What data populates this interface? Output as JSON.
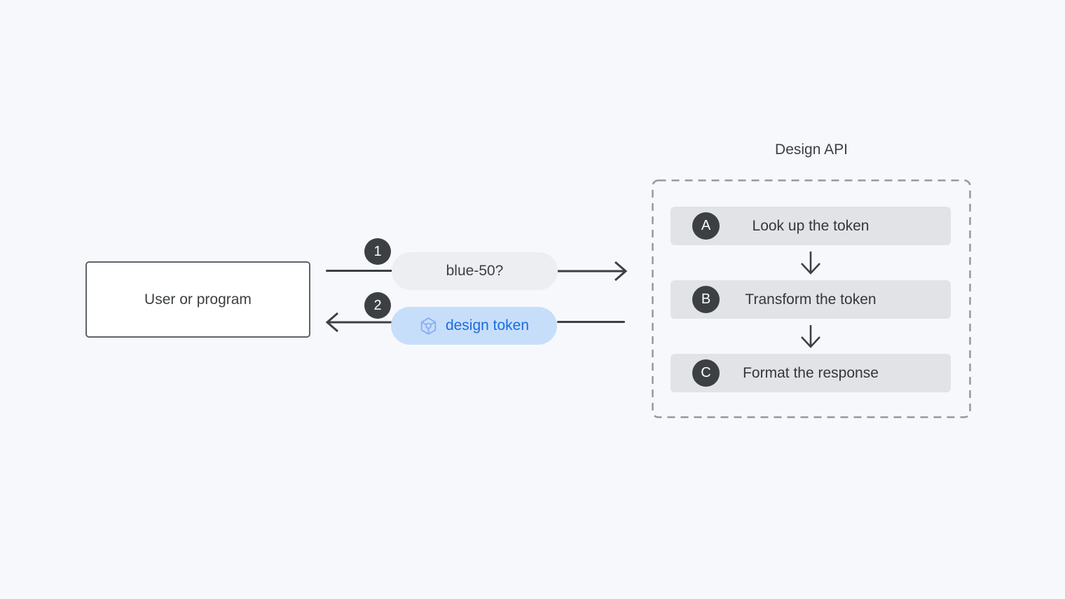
{
  "diagram": {
    "user_box": {
      "label": "User or program"
    },
    "request": {
      "badge": "1",
      "pill_label": "blue-50?"
    },
    "response": {
      "badge": "2",
      "pill_label": "design token",
      "icon": "token-cube-icon"
    },
    "api": {
      "title": "Design API",
      "steps": [
        {
          "badge": "A",
          "label": "Look up the token"
        },
        {
          "badge": "B",
          "label": "Transform the token"
        },
        {
          "badge": "C",
          "label": "Format the response"
        }
      ]
    },
    "colors": {
      "page_bg": "#f7f8fb",
      "dark_stroke": "#3c4043",
      "box_border": "#5f6368",
      "gray_pill_bg": "#eceef1",
      "blue_pill_bg": "#c7defb",
      "blue_text": "#1a6ce0",
      "icon_blue": "#8ab0f0",
      "step_bg": "#e1e3e6",
      "dashed_border": "#94999e"
    }
  }
}
